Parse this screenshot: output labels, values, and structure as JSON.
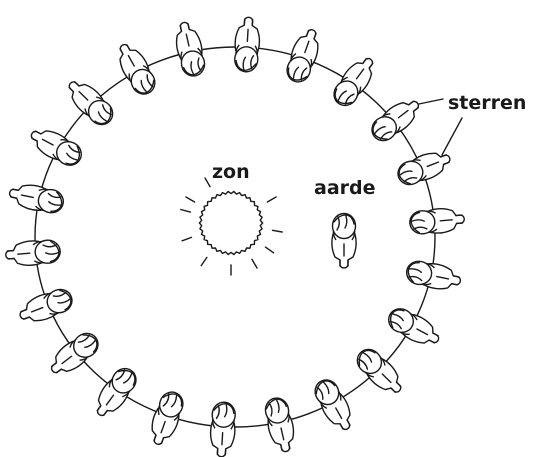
{
  "diagram": {
    "labels": {
      "sun": "zon",
      "earth": "aarde",
      "stars": "sterren"
    },
    "star_children_count": 22,
    "icons": {
      "sun": "sun-icon",
      "earth_child": "person-top-view-icon",
      "star_child": "person-top-view-icon"
    },
    "colors": {
      "ink": "#1a1a1a",
      "background": "#ffffff"
    }
  }
}
